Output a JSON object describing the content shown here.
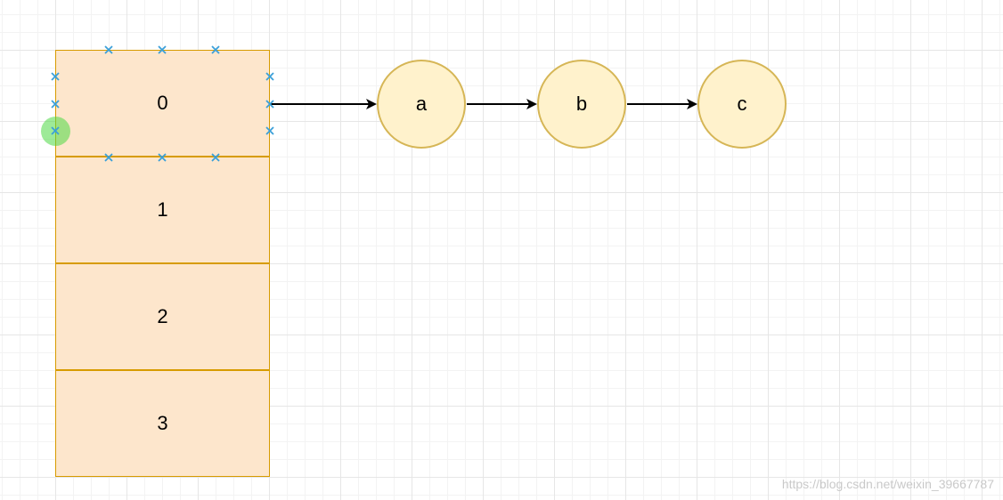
{
  "diagram": {
    "array_cells": [
      "0",
      "1",
      "2",
      "3"
    ],
    "list_nodes": [
      "a",
      "b",
      "c"
    ],
    "colors": {
      "cell_fill": "#fde6cc",
      "cell_border": "#d79b00",
      "node_fill": "#fff2cc",
      "node_border": "#d6b656",
      "edge": "#000000",
      "connection_marker": "#3a9fd9",
      "hover_highlight": "#7ddf6a"
    }
  },
  "watermark": "https://blog.csdn.net/weixin_39667787"
}
